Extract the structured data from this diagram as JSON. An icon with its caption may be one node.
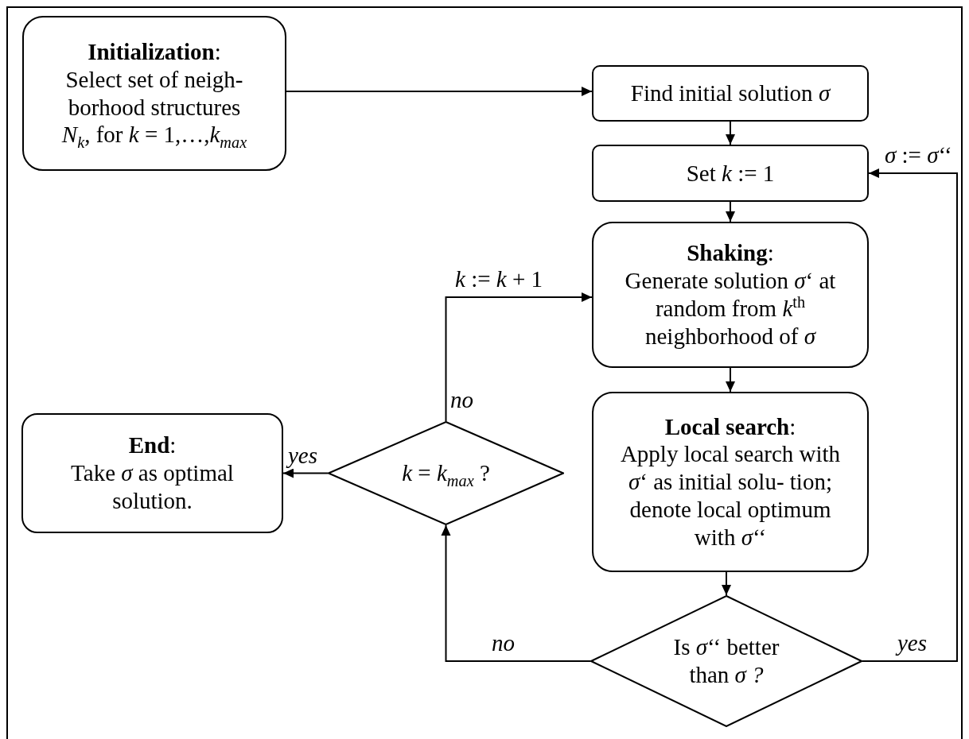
{
  "diagram": {
    "nodes": [
      {
        "text": [
          "**Initialization**:",
          "Select set of neigh- borhood structures *N*$_{k}$, for *k* = 1,…,*k*$_{max}$"
        ]
      },
      {
        "text": [
          "Find initial solution *σ*"
        ]
      },
      {
        "text": [
          "Set *k* := 1"
        ]
      },
      {
        "text": [
          "**Shaking**:",
          "Generate solution *σ*‘ at random from *k*$^{th}$ neighborhood of *σ*"
        ]
      },
      {
        "text": [
          "**Local search**:",
          "Apply local search with *σ*‘ as initial solu- tion; denote local optimum with *σ*‘‘"
        ]
      },
      {
        "text": [
          "Is *σ*‘‘ better than *σ ?*"
        ]
      },
      {
        "text": [
          "*k* = *k*$_{max}$ ?"
        ]
      },
      {
        "text": [
          "**End**:",
          "Take *σ* as optimal solution."
        ]
      }
    ],
    "edges": [
      {
        "from": 0,
        "to": 1,
        "arrow": "to"
      },
      {
        "from": 1,
        "to": 2,
        "arrow": "to"
      },
      {
        "from": 2,
        "to": 3,
        "arrow": "to"
      },
      {
        "from": 3,
        "to": 4,
        "arrow": "to"
      },
      {
        "from": 4,
        "to": 5,
        "arrow": "to"
      },
      {
        "from": 5,
        "to": 2,
        "arrow": "to",
        "label": "yes"
      },
      {
        "from": 5,
        "to": 6,
        "arrow": "to",
        "label": "no"
      },
      {
        "from": 6,
        "to": 7,
        "arrow": "to",
        "label": "yes"
      },
      {
        "from": 6,
        "to": 3,
        "arrow": "to",
        "label": "no"
      }
    ],
    "labels": [
      "*σ* := *σ*‘‘",
      "*k* := *k* + 1"
    ]
  }
}
